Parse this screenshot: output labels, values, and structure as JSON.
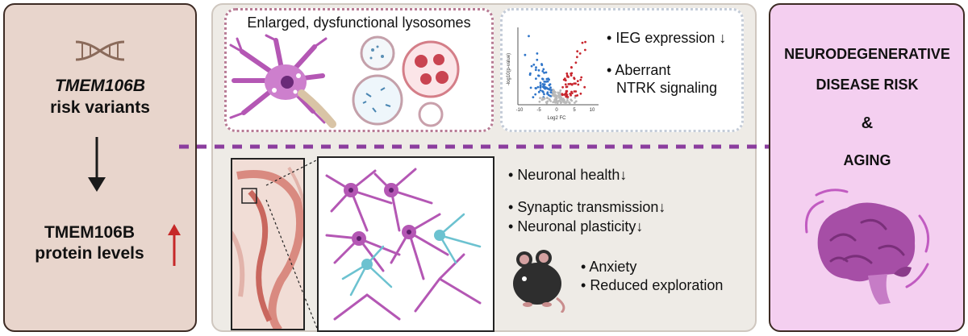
{
  "left": {
    "gene_name": "TMEM106B",
    "risk_variants": "risk variants",
    "protein_line1": "TMEM106B",
    "protein_line2": "protein levels"
  },
  "lysosome": {
    "title": "Enlarged, dysfunctional lysosomes"
  },
  "volcano": {
    "y_axis_label": "-log10(p-value)",
    "x_axis_label": "Log2 FC",
    "x_ticks": [
      "-10",
      "-5",
      "0",
      "5",
      "10"
    ],
    "bullets": [
      "IEG expression ↓",
      "Aberrant",
      "NTRK signaling"
    ]
  },
  "center": {
    "phenotypes": [
      "Neuronal health↓",
      "Synaptic transmission↓",
      "Neuronal plasticity↓"
    ],
    "behavior": [
      "Anxiety",
      "Reduced exploration"
    ]
  },
  "right": {
    "line1": "NEURODEGENERATIVE",
    "line2": "DISEASE RISK",
    "ampersand": "&",
    "line3": "AGING"
  },
  "colors": {
    "left_panel": "#e8d5cc",
    "right_panel": "#f4cff0",
    "neuron_purple": "#b457b4",
    "astro_cyan": "#6cc2d0",
    "dotted_arrow": "#8b3d9e",
    "up_arrow": "#c62828",
    "volcano_down": "#2f75c9",
    "volcano_up": "#c8262e"
  }
}
